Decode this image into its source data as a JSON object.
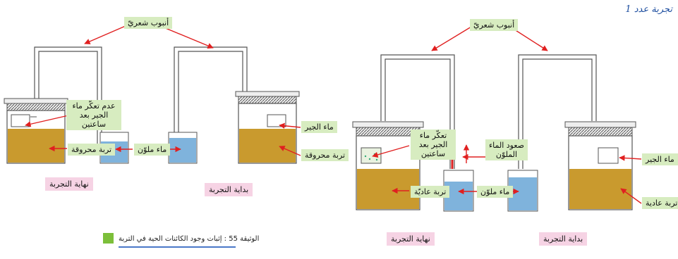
{
  "document": {
    "title": "تجربة عدد 1",
    "caption": "الوثيقة 55 : إثبات وجود الكائنات الحية في التربة",
    "caption_color": "#7cbf3a"
  },
  "left_experiment": {
    "capillary_label": "أنبوب شعريّ",
    "end_label": "نهاية التجربة",
    "start_label": "بداية التجربة",
    "no_cloud_label": "عدم تعكّر ماء الجير بعد ساعتين",
    "burned_soil_label_end": "تربة محروقة",
    "colored_water_label": "ماء ملوّن",
    "limewater_label": "ماء الجير",
    "burned_soil_label_start": "تربة محروقة"
  },
  "right_experiment": {
    "capillary_label": "أنبوب شعريّ",
    "end_label": "نهاية التجربة",
    "start_label": "بداية التجربة",
    "cloud_label": "تعكّر ماء الجير بعد ساعتين",
    "rise_label": "صعود الماء الملوّن",
    "normal_soil_label_end": "تربة عاديّة",
    "colored_water_label": "ماء ملوّن",
    "limewater_label": "ماء الجير",
    "normal_soil_label_start": "تربة عادية"
  },
  "colors": {
    "soil": "#c99a2e",
    "water": "#7fb3dc",
    "label_bg": "#d7ecc0",
    "stage_label_bg": "#f6d3e4",
    "arrow": "#e02020"
  }
}
